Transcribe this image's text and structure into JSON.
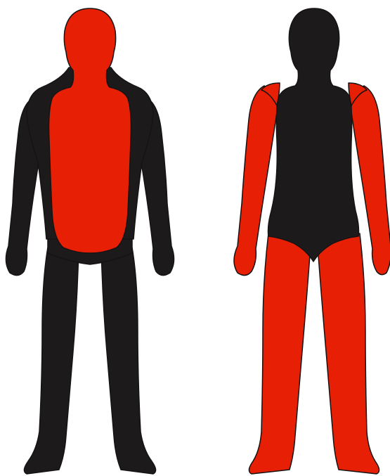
{
  "colors": {
    "background": "#ffffff",
    "body": "#1c1a1a",
    "highlight": "#e61f05",
    "outline": "#151313"
  },
  "figures": [
    {
      "id": "figure-front",
      "highlighted_regions": [
        "head",
        "neck",
        "torso"
      ],
      "base_regions": [
        "shoulders",
        "arms",
        "hands",
        "legs",
        "feet"
      ]
    },
    {
      "id": "figure-back",
      "highlighted_regions": [
        "arms",
        "hands",
        "legs",
        "feet"
      ],
      "base_regions": [
        "head",
        "neck",
        "shoulders",
        "torso",
        "hips"
      ]
    }
  ]
}
